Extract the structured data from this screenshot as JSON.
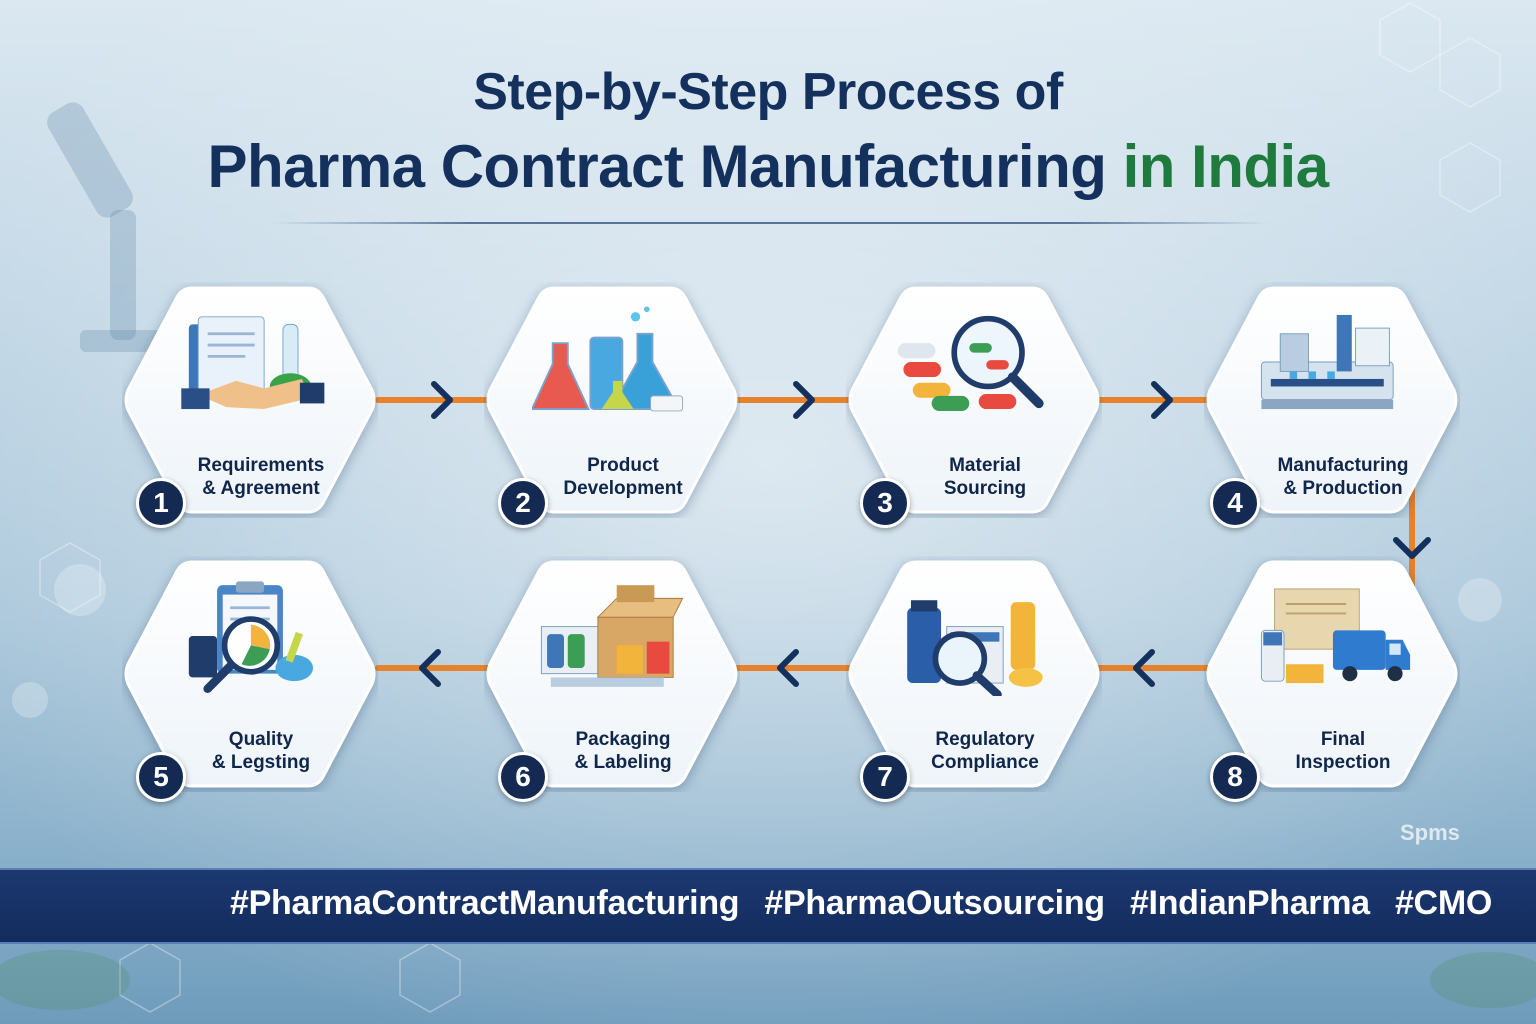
{
  "title": {
    "line1": "Step-by-Step Process of",
    "line2_main": "Pharma Contract Manufacturing",
    "line2_accent": "in India"
  },
  "steps": [
    {
      "num": "1",
      "line1": "Requirements",
      "line2": "& Agreement",
      "icon": "handshake-documents-icon"
    },
    {
      "num": "2",
      "line1": "Product",
      "line2": "Development",
      "icon": "lab-flasks-icon"
    },
    {
      "num": "3",
      "line1": "Material",
      "line2": "Sourcing",
      "icon": "pills-magnifier-icon"
    },
    {
      "num": "4",
      "line1": "Manufacturing",
      "line2": "& Production",
      "icon": "factory-machinery-icon"
    },
    {
      "num": "5",
      "line1": "Quality",
      "line2": "& Legsting",
      "icon": "clipboard-analysis-icon"
    },
    {
      "num": "6",
      "line1": "Packaging",
      "line2": "& Labeling",
      "icon": "boxes-packaging-icon"
    },
    {
      "num": "7",
      "line1": "Regulatory",
      "line2": "Compliance",
      "icon": "bottles-inspection-icon"
    },
    {
      "num": "8",
      "line1": "Final",
      "line2": "Inspection",
      "icon": "delivery-truck-icon"
    }
  ],
  "hashtags": [
    "#PharmaContractManufacturing",
    "#PharmaOutsourcing",
    "#IndianPharma",
    "#CMO"
  ],
  "watermark": "Spms",
  "colors": {
    "navy": "#14305c",
    "accent_green": "#1f7a3e",
    "connector_orange": "#e8822a",
    "footer_blue": "#1b3870"
  }
}
